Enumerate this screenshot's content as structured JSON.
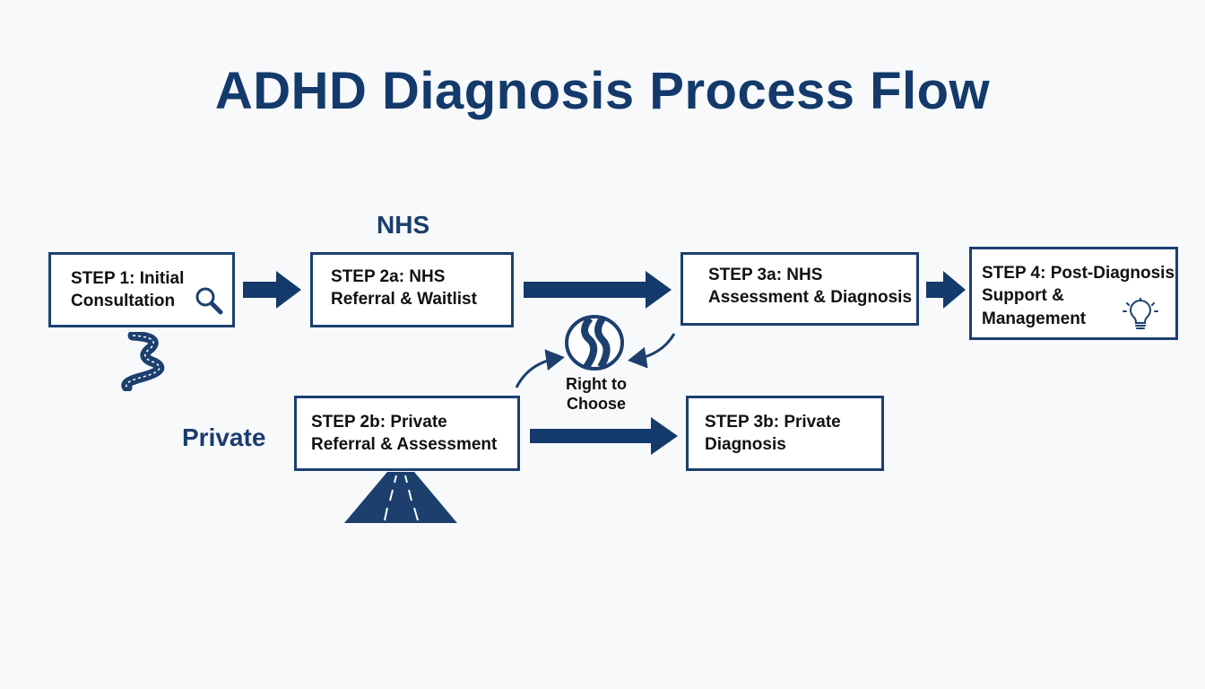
{
  "title": "ADHD Diagnosis Process Flow",
  "lanes": {
    "nhs": "NHS",
    "private": "Private"
  },
  "steps": {
    "step1": {
      "line1": "STEP 1: Initial",
      "line2": "Consultation"
    },
    "step2a": {
      "line1": "STEP 2a: NHS",
      "line2": "Referral & Waitlist"
    },
    "step3a": {
      "line1": "STEP 3a: NHS",
      "line2": "Assessment & Diagnosis"
    },
    "step4": {
      "line1": "STEP 4: Post-Diagnosis",
      "line2": "Support &",
      "line3": "Management"
    },
    "step2b": {
      "line1": "STEP 2b: Private",
      "line2": "Referral & Assessment"
    },
    "step3b": {
      "line1": "STEP 3b: Private",
      "line2": "Diagnosis"
    }
  },
  "right_to_choose": {
    "line1": "Right to",
    "line2": "Choose"
  },
  "icons": {
    "step1": "magnifier-icon",
    "step4": "lightbulb-icon",
    "winding_road": "winding-road-icon",
    "highway": "highway-icon",
    "right_to_choose": "curvy-road-circle-icon"
  },
  "colors": {
    "primary": "#133a6b",
    "box_border": "#1c3f6e",
    "text": "#111111"
  }
}
